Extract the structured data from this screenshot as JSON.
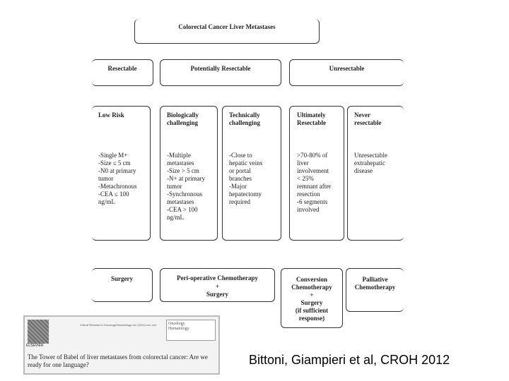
{
  "title": "Colorectal Cancer Liver Metastases",
  "categories": {
    "resectable": "Resectable",
    "potentially": "Potentially Resectable",
    "unresectable": "Unresectable"
  },
  "subgroups": [
    {
      "header": "Low Risk",
      "body": "-Single M+\n-Size ≤ 5 cm\n-N0 at primary\ntumor\n-Metachronous\n-CEA ≤ 100\nng/mL"
    },
    {
      "header": "Biologically\nchallenging",
      "body": "-Multiple\nmetastases\n-Size > 5 cm\n-N+ at primary\ntumor\n-Synchronous\nmetastases\n-CEA > 100\nng/mL"
    },
    {
      "header": "Technically\nchallenging",
      "body": "-Close to\nhepatic veins\nor portal\nbranches\n-Major\nhepatectomy\nrequired"
    },
    {
      "header": "Ultimately\nResectable",
      "body": ">70-80% of\nliver\ninvolvement\n< 25%\nremnant after\nresection\n-6 segments\ninvolved"
    },
    {
      "header": "Never\nresectable",
      "body": "Unresectable\nextrahepatic\ndisease"
    }
  ],
  "treatments": {
    "surgery": "Surgery",
    "periop_line1": "Peri-operative Chemotherapy",
    "periop_plus": "+",
    "periop_line2": "Surgery",
    "conversion": "Conversion\nChemotherapy\n+\nSurgery\n(if sufficient\nresponse)",
    "palliative": "Palliative\nChemotherapy"
  },
  "journal": {
    "publisher": "ELSEVIER",
    "small_text": "Critical Reviews in Oncology/Hematology xxx (2012) xxx–xxx",
    "journal_name": "Oncology\nHematology",
    "paper_title": "The Tower of Babel of liver metastases from colorectal cancer: Are we ready for one language?"
  },
  "citation": "Bittoni, Giampieri et al, CROH 2012"
}
